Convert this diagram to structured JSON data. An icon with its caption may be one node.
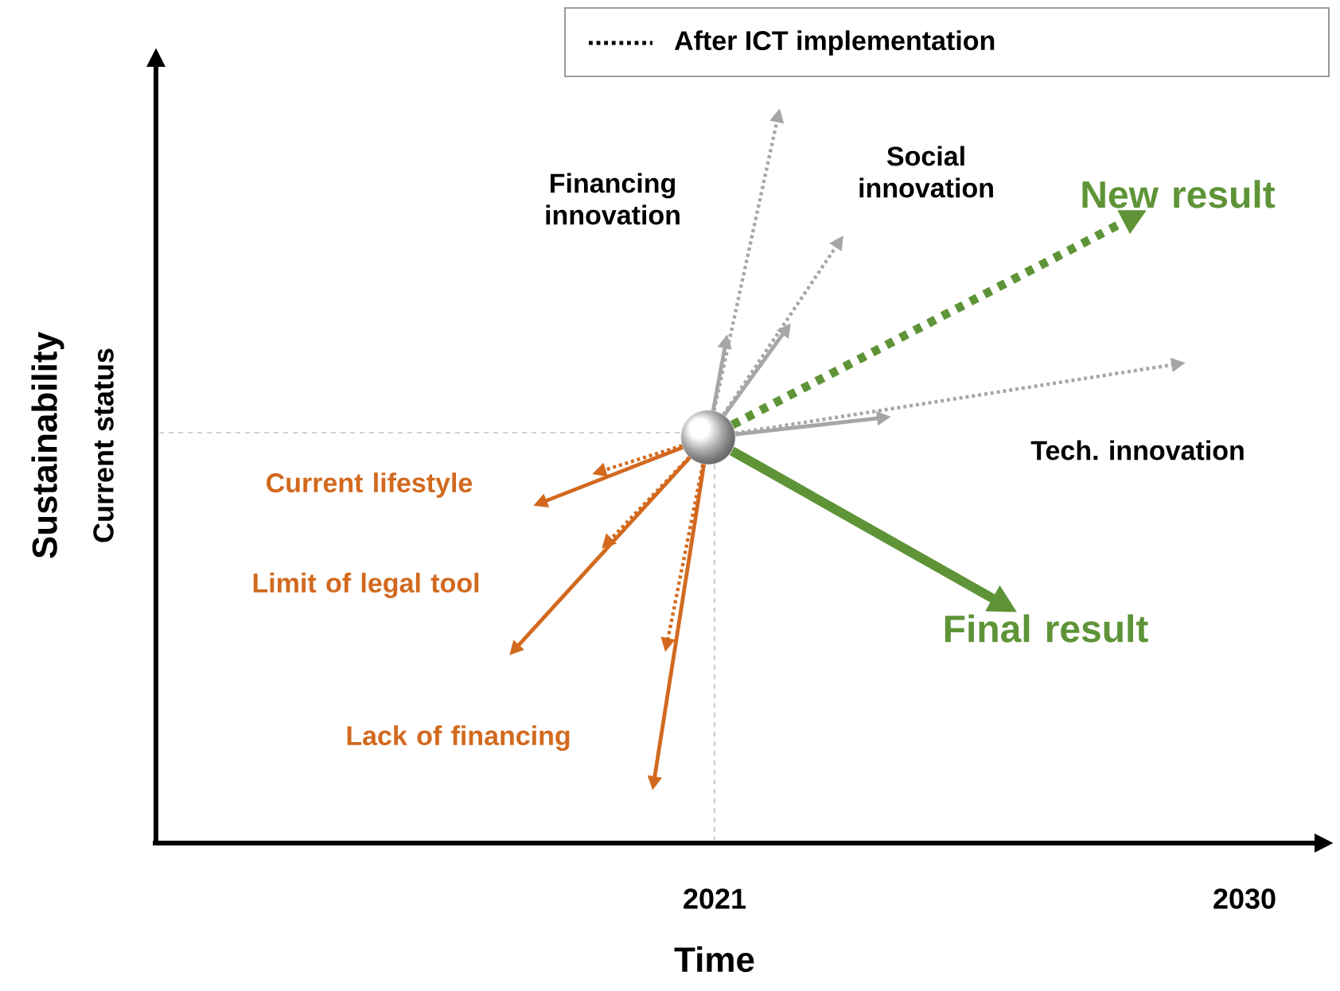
{
  "diagram": {
    "nodes": [
      {
        "text": [],
        "shape": "circle"
      },
      {
        "text": [
          "Financing innovation"
        ]
      },
      {
        "text": [
          "Social innovation"
        ]
      },
      {
        "text": [
          "New result"
        ]
      },
      {
        "text": [
          "Tech. innovation"
        ]
      },
      {
        "text": [
          "Final result"
        ]
      },
      {
        "text": [
          "Current lifestyle"
        ]
      },
      {
        "text": [
          "Limit of legal tool"
        ]
      },
      {
        "text": [
          "Lack of financing"
        ]
      }
    ],
    "edges": [
      {
        "from": 0,
        "to": null,
        "arrow": "to",
        "color": "#a6a6a6"
      },
      {
        "from": 0,
        "to": null,
        "arrow": "to",
        "style": "dashed",
        "color": "#a6a6a6"
      },
      {
        "from": 0,
        "to": null,
        "arrow": "to",
        "color": "#a6a6a6"
      },
      {
        "from": 0,
        "to": null,
        "arrow": "to",
        "style": "dashed",
        "color": "#a6a6a6"
      },
      {
        "from": 0,
        "to": 3,
        "arrow": "to",
        "style": "dashed",
        "color": "#5e9437"
      },
      {
        "from": 0,
        "to": null,
        "arrow": "to",
        "color": "#a6a6a6"
      },
      {
        "from": 0,
        "to": null,
        "arrow": "to",
        "style": "dashed",
        "color": "#a6a6a6"
      },
      {
        "from": 0,
        "to": 5,
        "arrow": "to",
        "style": "thick",
        "color": "#5e9437"
      },
      {
        "from": 0,
        "to": null,
        "arrow": "to",
        "color": "#d2691e"
      },
      {
        "from": 0,
        "to": null,
        "arrow": "to",
        "style": "dashed",
        "color": "#d2691e"
      },
      {
        "from": 0,
        "to": null,
        "arrow": "to",
        "color": "#d2691e"
      },
      {
        "from": 0,
        "to": null,
        "arrow": "to",
        "style": "dashed",
        "color": "#d2691e"
      },
      {
        "from": 0,
        "to": null,
        "arrow": "to",
        "color": "#d2691e"
      },
      {
        "from": 0,
        "to": null,
        "arrow": "to",
        "style": "dashed",
        "color": "#d2691e"
      }
    ],
    "labels": [
      "Sustainability",
      "Current status",
      "2021",
      "2030",
      "Time"
    ],
    "legend": [
      {
        "text": "After ICT implementation"
      }
    ]
  }
}
